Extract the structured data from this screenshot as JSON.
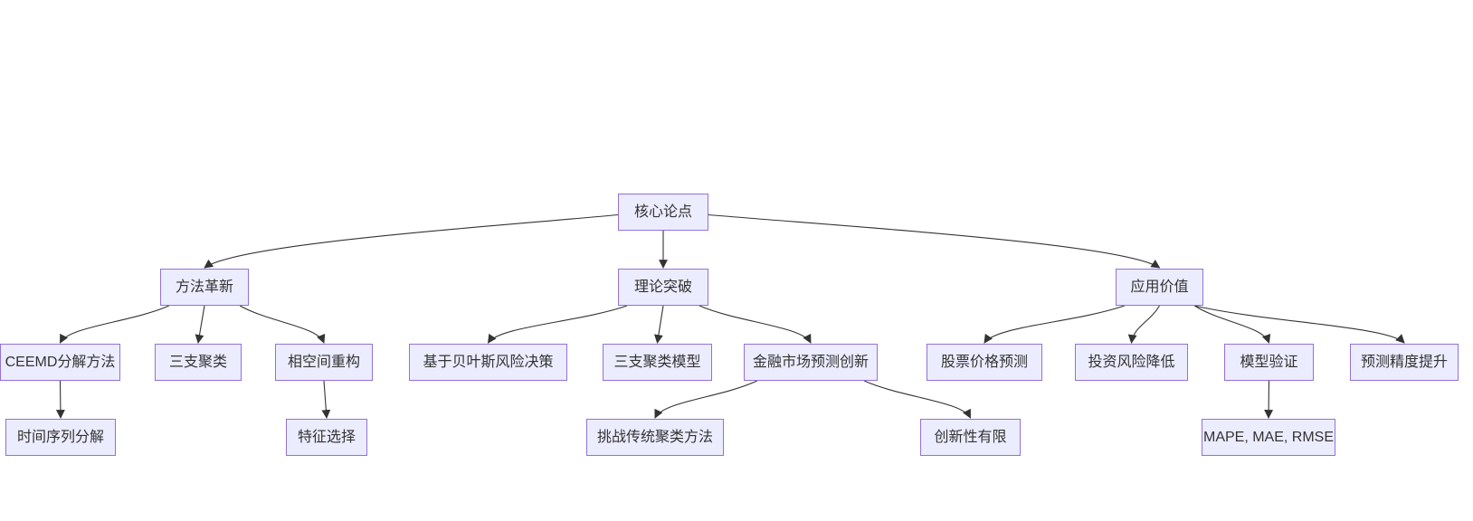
{
  "diagram": {
    "type": "flowchart",
    "direction": "top-down",
    "colors": {
      "background": "#ffffff",
      "node_fill": "#ECECFF",
      "node_border": "#9370DB",
      "node_text": "#333333",
      "edge": "#333333"
    },
    "nodes": [
      {
        "id": "core",
        "label": "核心论点"
      },
      {
        "id": "method",
        "label": "方法革新"
      },
      {
        "id": "theory",
        "label": "理论突破"
      },
      {
        "id": "value",
        "label": "应用价值"
      },
      {
        "id": "ceemd",
        "label": "CEEMD分解方法"
      },
      {
        "id": "three_cluster",
        "label": "三支聚类"
      },
      {
        "id": "phase",
        "label": "相空间重构"
      },
      {
        "id": "bayes",
        "label": "基于贝叶斯风险决策"
      },
      {
        "id": "three_model",
        "label": "三支聚类模型"
      },
      {
        "id": "finance",
        "label": "金融市场预测创新"
      },
      {
        "id": "stock",
        "label": "股票价格预测"
      },
      {
        "id": "risk",
        "label": "投资风险降低"
      },
      {
        "id": "validation",
        "label": "模型验证"
      },
      {
        "id": "precision",
        "label": "预测精度提升"
      },
      {
        "id": "timeseries",
        "label": "时间序列分解"
      },
      {
        "id": "feature",
        "label": "特征选择"
      },
      {
        "id": "challenge",
        "label": "挑战传统聚类方法"
      },
      {
        "id": "limited",
        "label": "创新性有限"
      },
      {
        "id": "metrics",
        "label": "MAPE, MAE, RMSE"
      }
    ],
    "edges": [
      {
        "from": "core",
        "to": "method"
      },
      {
        "from": "core",
        "to": "theory"
      },
      {
        "from": "core",
        "to": "value"
      },
      {
        "from": "method",
        "to": "ceemd"
      },
      {
        "from": "method",
        "to": "three_cluster"
      },
      {
        "from": "method",
        "to": "phase"
      },
      {
        "from": "theory",
        "to": "bayes"
      },
      {
        "from": "theory",
        "to": "three_model"
      },
      {
        "from": "theory",
        "to": "finance"
      },
      {
        "from": "value",
        "to": "stock"
      },
      {
        "from": "value",
        "to": "risk"
      },
      {
        "from": "value",
        "to": "validation"
      },
      {
        "from": "value",
        "to": "precision"
      },
      {
        "from": "ceemd",
        "to": "timeseries"
      },
      {
        "from": "phase",
        "to": "feature"
      },
      {
        "from": "finance",
        "to": "challenge"
      },
      {
        "from": "finance",
        "to": "limited"
      },
      {
        "from": "validation",
        "to": "metrics"
      }
    ]
  }
}
